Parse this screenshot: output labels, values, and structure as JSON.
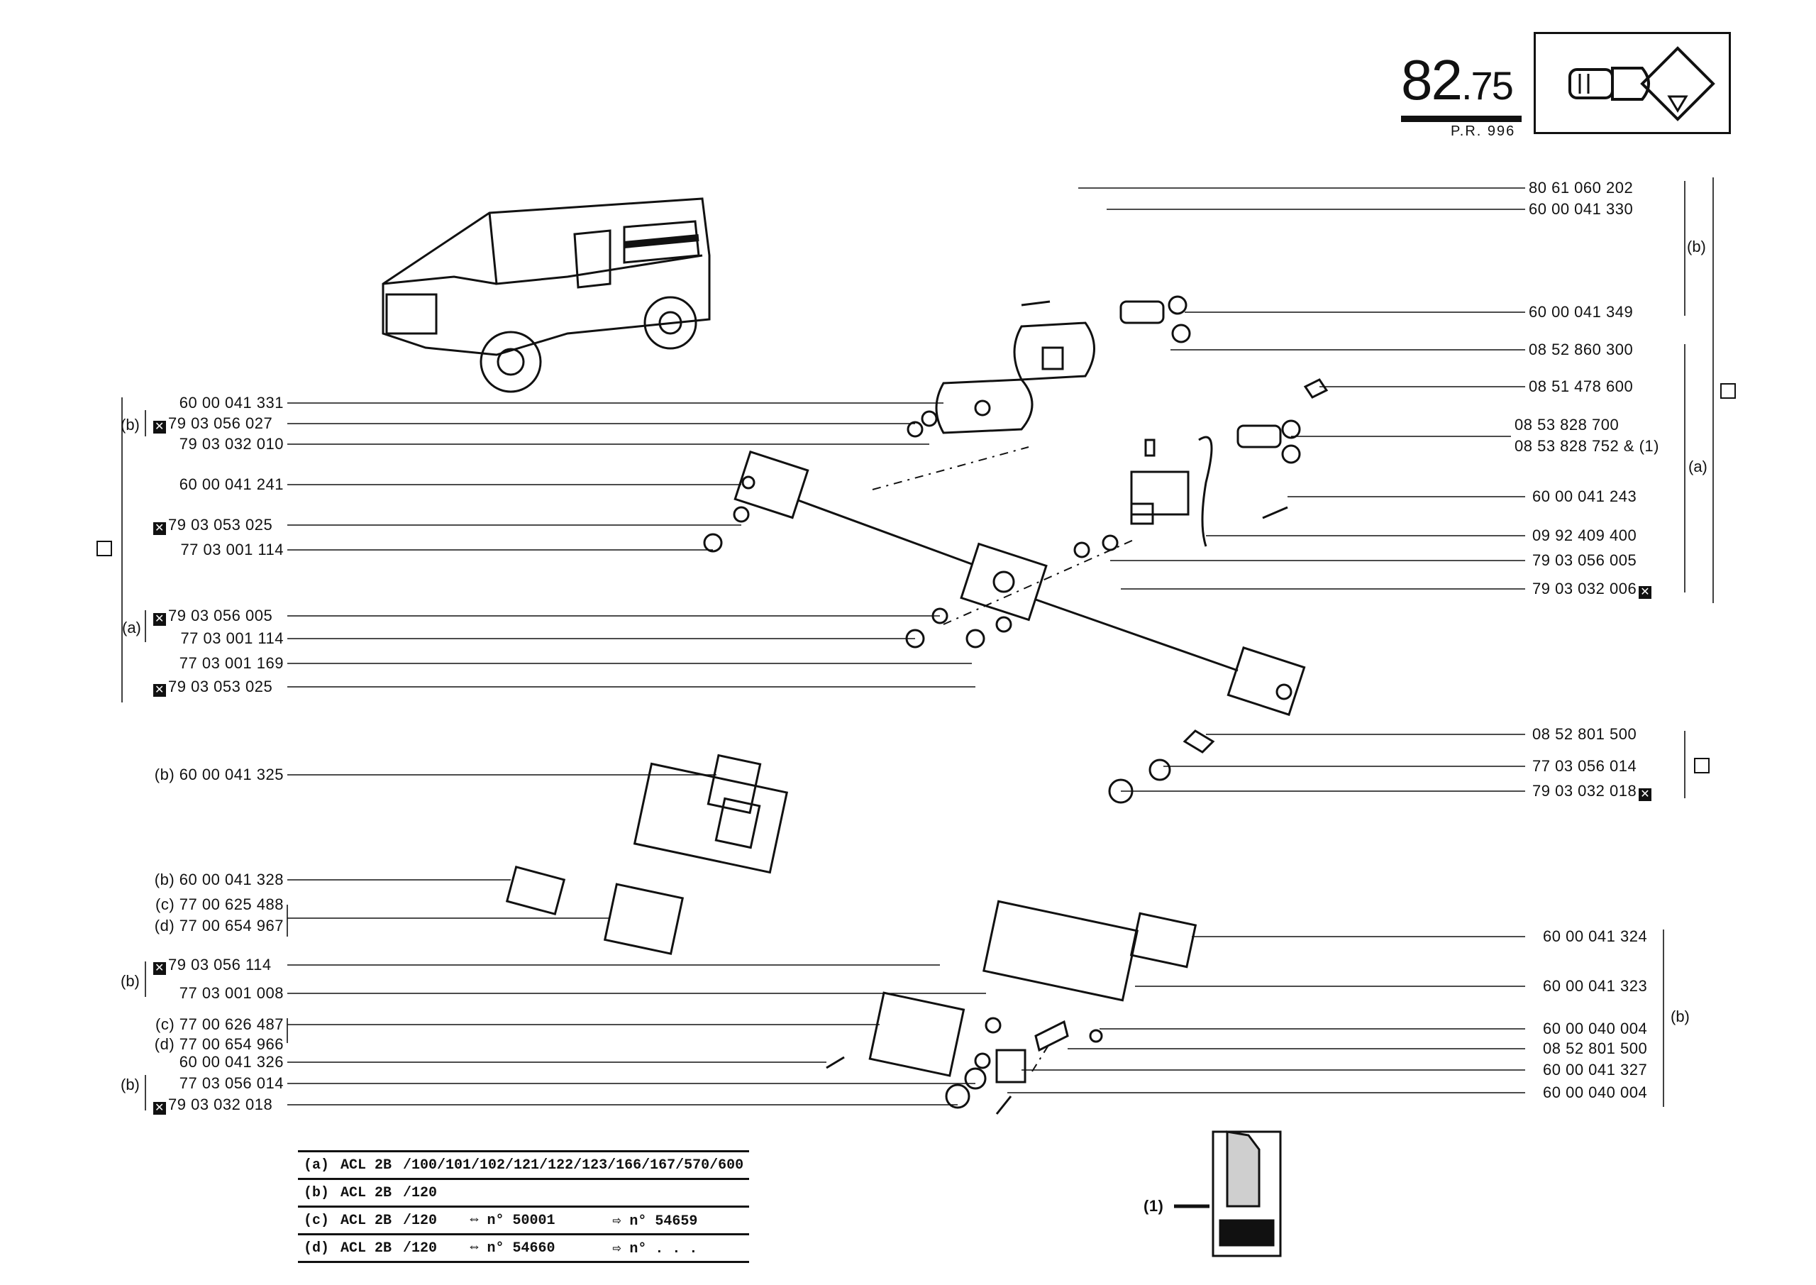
{
  "header": {
    "section_main": "82",
    "section_sub": ".75",
    "reference": "P.R. 996",
    "icon": "key-cylinder-icon"
  },
  "left_labels": [
    {
      "id": "l1",
      "text": "60 00 041 331",
      "group": ""
    },
    {
      "id": "l2",
      "text": "79 03 056 027",
      "group": "(b)",
      "mark": "x"
    },
    {
      "id": "l3",
      "text": "79 03 032 010",
      "group": ""
    },
    {
      "id": "l4",
      "text": "60 00 041 241",
      "group": ""
    },
    {
      "id": "l5",
      "text": "79 03 053 025",
      "group": "",
      "mark": "x"
    },
    {
      "id": "l6",
      "text": "77 03 001 114",
      "group": ""
    },
    {
      "id": "l7",
      "text": "79 03 056 005",
      "group": "",
      "mark": "x"
    },
    {
      "id": "l8",
      "text": "77 03 001 114",
      "group": "(a)"
    },
    {
      "id": "l9",
      "text": "77 03 001 169",
      "group": ""
    },
    {
      "id": "l10",
      "text": "79 03 053 025",
      "group": "",
      "mark": "x"
    },
    {
      "id": "l11",
      "text": "(b) 60 00 041 325",
      "group": ""
    },
    {
      "id": "l12",
      "text": "(b) 60 00 041 328",
      "group": ""
    },
    {
      "id": "l13",
      "text": "(c) 77 00 625 488",
      "group": ""
    },
    {
      "id": "l14",
      "text": "(d) 77 00 654 967",
      "group": ""
    },
    {
      "id": "l15",
      "text": "79 03 056 114",
      "group": "(b)",
      "mark": "x"
    },
    {
      "id": "l16",
      "text": "77 03 001 008",
      "group": ""
    },
    {
      "id": "l17",
      "text": "(c) 77 00 626 487",
      "group": ""
    },
    {
      "id": "l18",
      "text": "(d) 77 00 654 966",
      "group": ""
    },
    {
      "id": "l19",
      "text": "60 00 041 326",
      "group": ""
    },
    {
      "id": "l20",
      "text": "77 03 056 014",
      "group": "(b)"
    },
    {
      "id": "l21",
      "text": "79 03 032 018",
      "group": "",
      "mark": "x"
    }
  ],
  "right_labels": [
    {
      "id": "r1",
      "text": "80 61 060 202"
    },
    {
      "id": "r2",
      "text": "60 00 041 330"
    },
    {
      "id": "r3",
      "text": "60 00 041 349"
    },
    {
      "id": "r4",
      "text": "08 52 860 300"
    },
    {
      "id": "r5",
      "text": "08 51 478 600"
    },
    {
      "id": "r6",
      "text": "08 53 828 700"
    },
    {
      "id": "r7",
      "text": "08 53 828 752 & (1)"
    },
    {
      "id": "r8",
      "text": "60 00 041 243"
    },
    {
      "id": "r9",
      "text": "09 92 409 400"
    },
    {
      "id": "r10",
      "text": "79 03 056 005"
    },
    {
      "id": "r11",
      "text": "79 03 032 006",
      "mark": "x"
    },
    {
      "id": "r12",
      "text": "08 52 801 500"
    },
    {
      "id": "r13",
      "text": "77 03 056 014"
    },
    {
      "id": "r14",
      "text": "79 03 032 018",
      "mark": "x"
    },
    {
      "id": "r15",
      "text": "60 00 041 324"
    },
    {
      "id": "r16",
      "text": "60 00 041 323"
    },
    {
      "id": "r17",
      "text": "60 00 040 004"
    },
    {
      "id": "r18",
      "text": "08 52 801 500"
    },
    {
      "id": "r19",
      "text": "60 00 041 327"
    },
    {
      "id": "r20",
      "text": "60 00 040 004"
    }
  ],
  "group_tags": {
    "b_top": "(b)",
    "a_right": "(a)",
    "b_bottom_right": "(b)",
    "b_left_top": "(b)",
    "a_left": "(a)",
    "b_left_mid": "(b)",
    "b_left_bottom": "(b)"
  },
  "key_callout": "(1)",
  "legend": [
    {
      "tag": "(a)",
      "model": "ACL 2B",
      "variant": "/100/101/102/121/122/123/166/167/570/600",
      "from": "",
      "to": ""
    },
    {
      "tag": "(b)",
      "model": "ACL 2B",
      "variant": "/120",
      "from": "",
      "to": ""
    },
    {
      "tag": "(c)",
      "model": "ACL 2B",
      "variant": "/120",
      "from": "n° 50001",
      "to": "n° 54659"
    },
    {
      "tag": "(d)",
      "model": "ACL 2B",
      "variant": "/120",
      "from": "n° 54660",
      "to": "n° . . ."
    }
  ]
}
